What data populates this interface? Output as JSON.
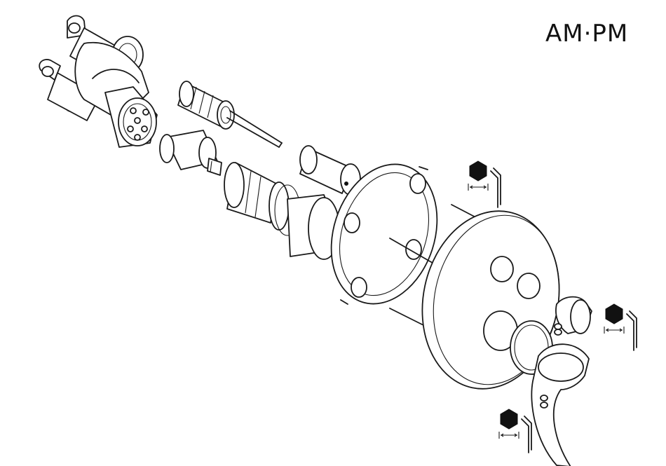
{
  "brand": {
    "logo_text": "AM·PM",
    "color": "#111111"
  },
  "diagram": {
    "background": "#ffffff",
    "stroke_color": "#1a1a1a",
    "parts": [
      {
        "name": "mixer-body",
        "icon": "valve-body-icon"
      },
      {
        "name": "thermostatic-cartridge",
        "icon": "cartridge-icon"
      },
      {
        "name": "ceramic-cartridge",
        "icon": "cartridge-icon"
      },
      {
        "name": "diverter-cartridge",
        "icon": "cartridge-icon"
      },
      {
        "name": "extension-sleeve",
        "icon": "cylinder-icon"
      },
      {
        "name": "mounting-flange",
        "icon": "ring-flange-icon"
      },
      {
        "name": "threaded-rods",
        "icon": "rod-icon"
      },
      {
        "name": "cover-plate",
        "icon": "plate-icon"
      },
      {
        "name": "diverter-knob",
        "icon": "knob-icon"
      },
      {
        "name": "lever-handle",
        "icon": "lever-icon"
      },
      {
        "name": "hex-key",
        "icon": "hex-key-icon"
      }
    ]
  }
}
